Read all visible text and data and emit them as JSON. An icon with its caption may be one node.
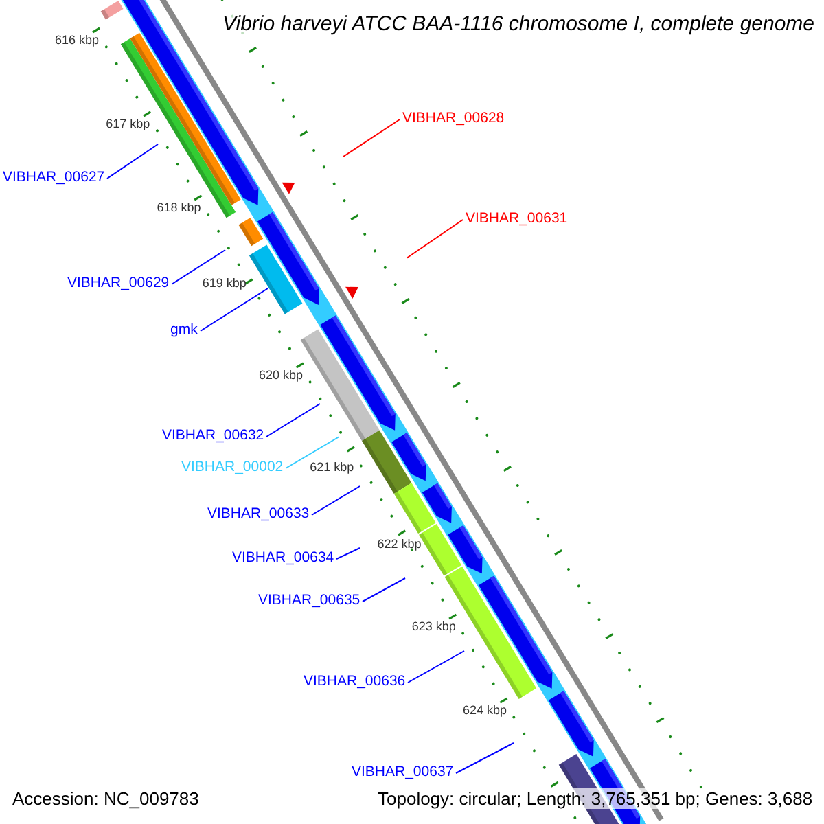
{
  "diagram": {
    "title": "Vibrio harveyi ATCC BAA-1116 chromosome I, complete genome",
    "nodes": [
      {
        "text": [
          "VIBHAR_00628"
        ]
      },
      {
        "text": [
          "VIBHAR_00627"
        ]
      },
      {
        "text": [
          "VIBHAR_00631"
        ]
      },
      {
        "text": [
          "VIBHAR_00629"
        ]
      },
      {
        "text": [
          "gmk"
        ]
      },
      {
        "text": [
          "VIBHAR_00632"
        ]
      },
      {
        "text": [
          "VIBHAR_00002"
        ]
      },
      {
        "text": [
          "VIBHAR_00633"
        ]
      },
      {
        "text": [
          "VIBHAR_00634"
        ]
      },
      {
        "text": [
          "VIBHAR_00635"
        ]
      },
      {
        "text": [
          "VIBHAR_00636"
        ]
      },
      {
        "text": [
          "VIBHAR_00637"
        ]
      }
    ],
    "edges": [
      {
        "from": 0,
        "to": null,
        "arrow": "none",
        "color": "#ff0000"
      },
      {
        "from": 1,
        "to": null,
        "arrow": "none"
      },
      {
        "from": 2,
        "to": null,
        "arrow": "none",
        "color": "#ff0000"
      },
      {
        "from": 3,
        "to": null,
        "arrow": "none"
      },
      {
        "from": 4,
        "to": null,
        "arrow": "none"
      },
      {
        "from": 5,
        "to": null,
        "arrow": "none"
      },
      {
        "from": 6,
        "to": null,
        "arrow": "none",
        "color": "#33ccff"
      },
      {
        "from": 7,
        "to": null,
        "arrow": "none"
      },
      {
        "from": 8,
        "to": null,
        "arrow": "none"
      },
      {
        "from": 9,
        "to": null,
        "arrow": "none"
      },
      {
        "from": 10,
        "to": null,
        "arrow": "none"
      },
      {
        "from": 11,
        "to": null,
        "arrow": "none"
      }
    ],
    "labels": [
      "616 kbp",
      "617 kbp",
      "618 kbp",
      "619 kbp",
      "620 kbp",
      "621 kbp",
      "622 kbp",
      "623 kbp",
      "624 kbp",
      "Accession: NC_009783",
      "Topology: circular; Length: 3,765,351 bp; Genes: 3,688"
    ]
  }
}
